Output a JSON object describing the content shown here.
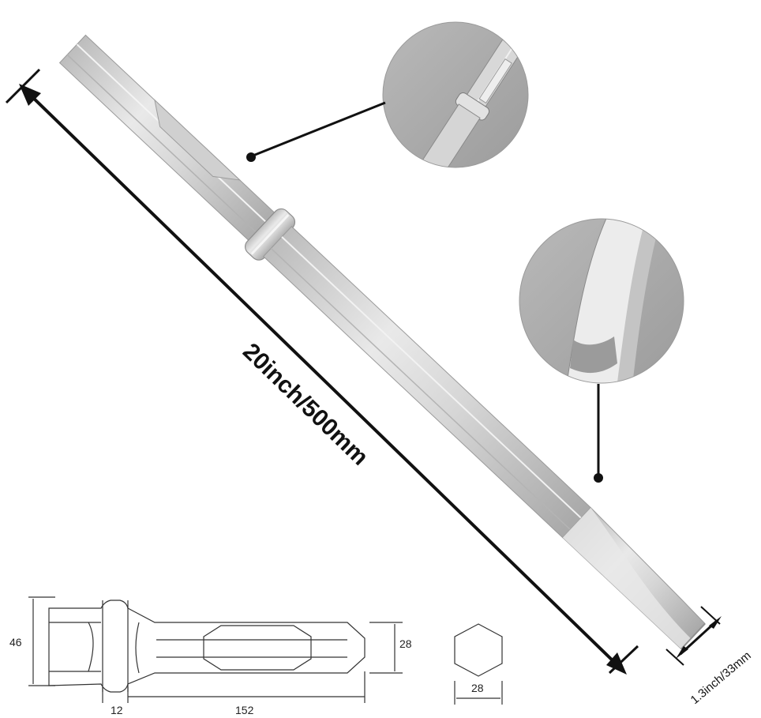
{
  "length_label": "20inch/500mm",
  "width_label": "1.3inch/33mm",
  "diagram": {
    "height_46": "46",
    "height_28": "28",
    "collar_12": "12",
    "length_152": "152",
    "hex_28": "28"
  },
  "colors": {
    "steel_light": "#e4e4e4",
    "steel_mid": "#c9c9c9",
    "steel_dark": "#9a9a9a",
    "zoom_bg": "#a8a8a8",
    "ink": "#111111"
  }
}
